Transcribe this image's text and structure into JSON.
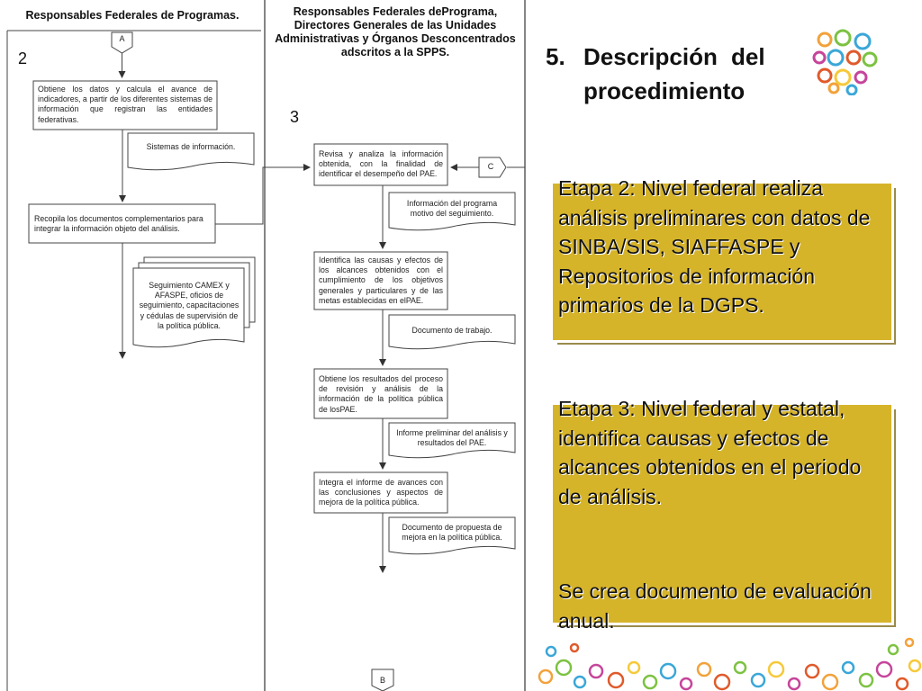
{
  "flowchart": {
    "lane_left_title": "Responsables Federales de Programas.",
    "lane_right_title": "Responsables Federales dePrograma, Directores Generales de las Unidades Administrativas y Órganos Desconcentrados adscritos a la SPPS.",
    "step_2": "2",
    "step_3": "3",
    "connector_a": "A",
    "connector_b": "B",
    "connector_c": "C",
    "box_obtiene_datos": "Obtiene los datos y calcula el avance de indicadores, a partir de los diferentes sistemas de información que registran las entidades federativas.",
    "doc_sistemas": "Sistemas de información.",
    "box_recopila": "Recopila los documentos complementarios para integrar la información objeto del análisis.",
    "doc_seguimiento": "Seguimiento CAMEX y AFASPE, oficios de seguimiento, capacitaciones y cédulas de supervisión de la política pública.",
    "box_revisa": "Revisa y analiza la información obtenida, con la finalidad de identificar el desempeño del PAE.",
    "doc_info_programa": "Información del programa motivo del seguimiento.",
    "box_identifica": "Identifica las causas y efectos de los alcances obtenidos con el cumplimiento de los objetivos generales y particulares y de las metas establecidas en elPAE.",
    "doc_trabajo": "Documento de trabajo.",
    "box_obtiene_resultados": "Obtiene los resultados del proceso de revisión y análisis de la información de la política pública de losPAE.",
    "doc_informe": "Informe preliminar del análisis y resultados del PAE.",
    "box_integra": "Integra el informe de avances con las conclusiones y aspectos de mejora de la política pública.",
    "doc_propuesta": "Documento de propuesta de mejora en la política pública."
  },
  "heading": {
    "number": "5.",
    "line1": "Descripción del",
    "line2": "procedimiento"
  },
  "panel_etapa2": {
    "text": "Etapa 2: Nivel federal realiza análisis preliminares con datos de SINBA/SIS, SIAFFASPE y Repositorios de información primarios de la DGPS."
  },
  "panel_etapa3": {
    "text1": "Etapa 3: Nivel federal y estatal, identifica causas y efectos de alcances obtenidos en el periodo de análisis.",
    "text2": "Se crea documento de evaluación anual."
  },
  "colors": {
    "panel": "#d6b42a",
    "logo_palette": [
      "#e05a2b",
      "#f2a23a",
      "#7cc242",
      "#3aa7d8",
      "#c6459a",
      "#f6c93a"
    ]
  }
}
